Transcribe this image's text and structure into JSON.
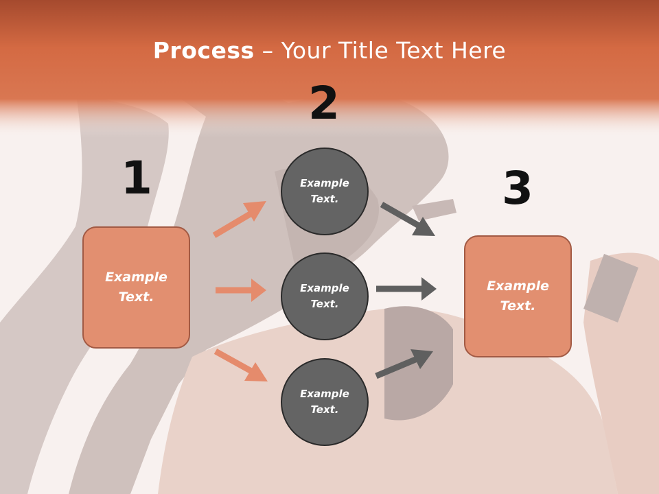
{
  "slide": {
    "title_bold": "Process",
    "title_rest": " – Your Title Text Here",
    "steps": [
      {
        "number": "1",
        "text": "Example\nText."
      },
      {
        "number": "2",
        "text": "Example\nText."
      },
      {
        "number": "3",
        "text": "Example\nText."
      }
    ],
    "circles": [
      {
        "text": "Example\nText."
      },
      {
        "text": "Example\nText."
      },
      {
        "text": "Example\nText."
      }
    ]
  },
  "colors": {
    "header": "#d46a43",
    "box_fill": "#e28f70",
    "box_border": "#a25a44",
    "circle_fill": "#646464",
    "orange_arrow": "#e58b6c",
    "gray_arrow": "#5f5f5f"
  }
}
